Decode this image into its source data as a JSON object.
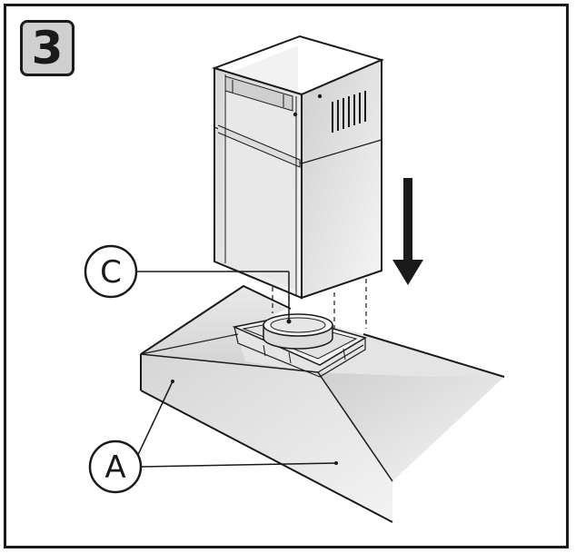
{
  "step": {
    "number": "3"
  },
  "callouts": {
    "c": "C",
    "a": "A"
  },
  "colors": {
    "outline": "#1a1a1a",
    "badge_fill": "#cfcfcf",
    "panel_light": "#ececec",
    "panel_mid": "#dedede",
    "panel_dark": "#c9c9c9"
  },
  "icons": {
    "direction": "arrow-down-icon",
    "vent": "vent-grille-icon"
  }
}
